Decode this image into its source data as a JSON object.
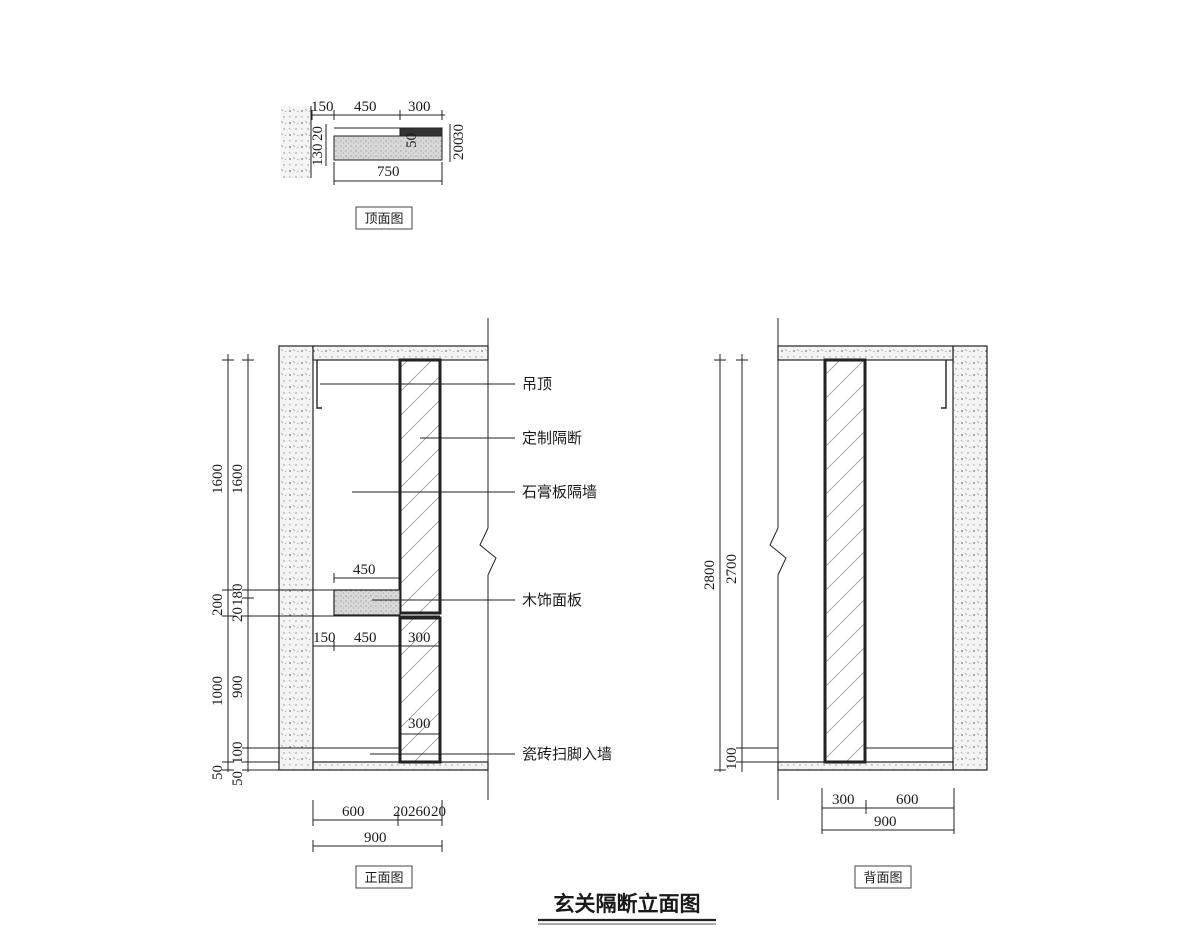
{
  "title": "玄关隔断立面图",
  "views": {
    "top": {
      "caption": "顶面图",
      "dims": {
        "d150": "150",
        "d450": "450",
        "d300": "300",
        "d750": "750",
        "d130": "130",
        "d20": "20",
        "d50": "50",
        "d200": "200",
        "d30": "30"
      }
    },
    "front": {
      "caption": "正面图",
      "labels": {
        "ceiling": "吊顶",
        "partition": "定制隔断",
        "gypsum_wall": "石膏板隔墙",
        "wood_panel": "木饰面板",
        "skirting": "瓷砖扫脚入墙"
      },
      "dims": {
        "h1600a": "1600",
        "h1600b": "1600",
        "h200": "200",
        "h20": "20",
        "h180": "180",
        "h1000": "1000",
        "h900": "900",
        "h50a": "50",
        "h100": "100",
        "h50b": "50",
        "w450a": "450",
        "w150": "150",
        "w450b": "450",
        "w300a": "300",
        "w300b": "300",
        "b600": "600",
        "b20a": "20",
        "b260": "260",
        "b20b": "20",
        "b900": "900"
      }
    },
    "back": {
      "caption": "背面图",
      "dims": {
        "h2800": "2800",
        "h2700": "2700",
        "h100": "100",
        "b300": "300",
        "b600": "600",
        "b900": "900"
      }
    }
  }
}
